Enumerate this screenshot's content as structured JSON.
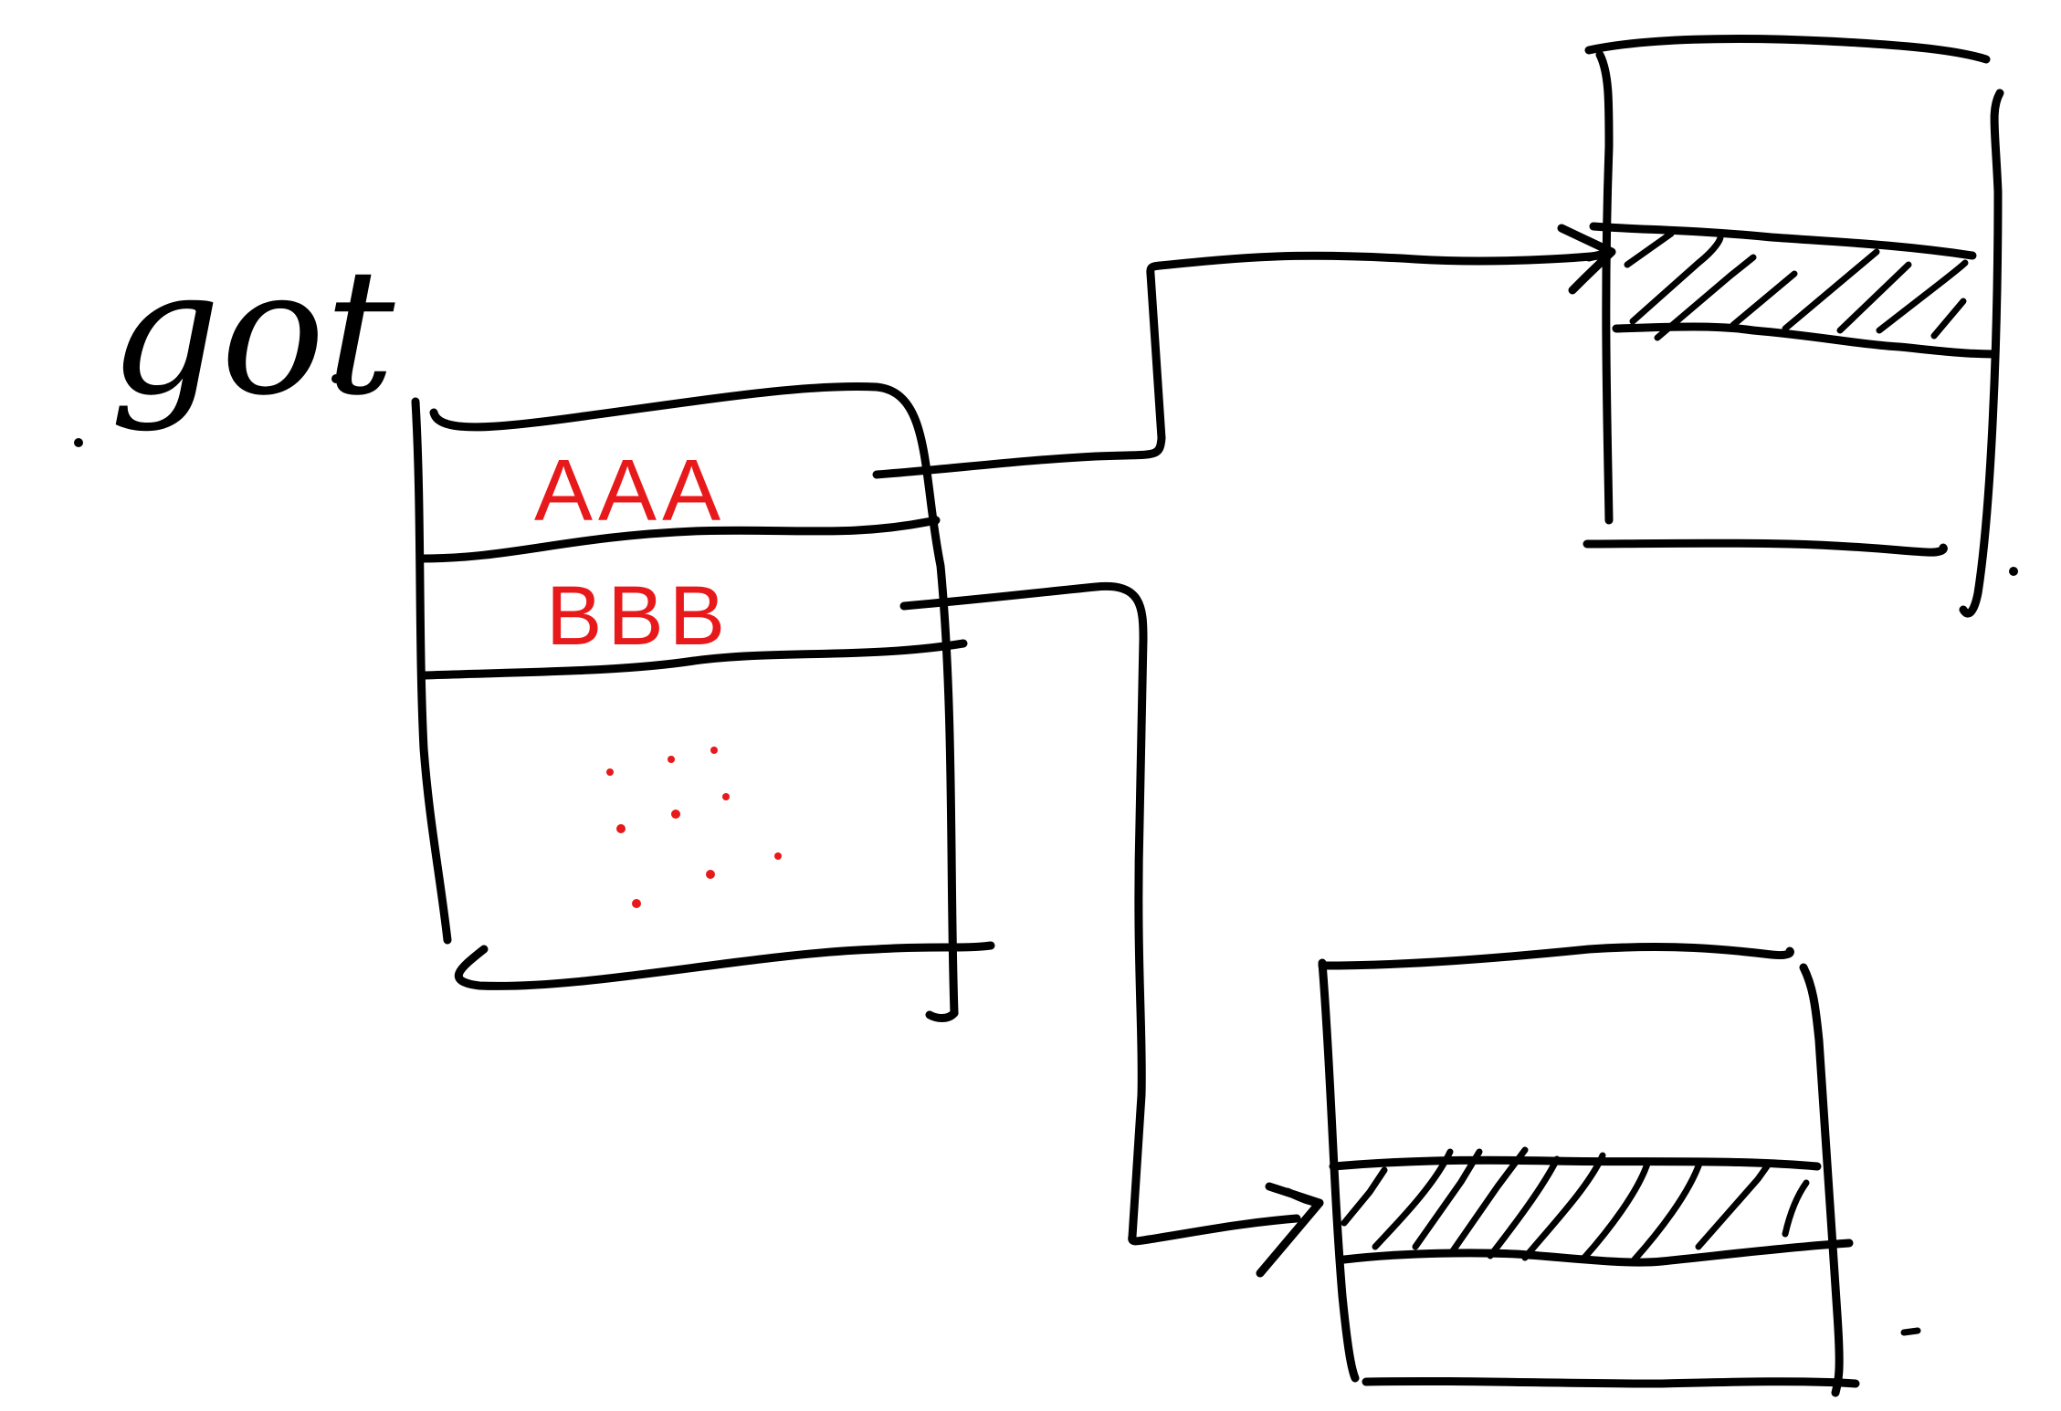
{
  "diagram": {
    "title": "got",
    "table_rows": [
      {
        "label": "AAA"
      },
      {
        "label": "BBB"
      }
    ],
    "colors": {
      "ink": "#000000",
      "annotation": "#e8191b",
      "background": "#ffffff"
    }
  }
}
